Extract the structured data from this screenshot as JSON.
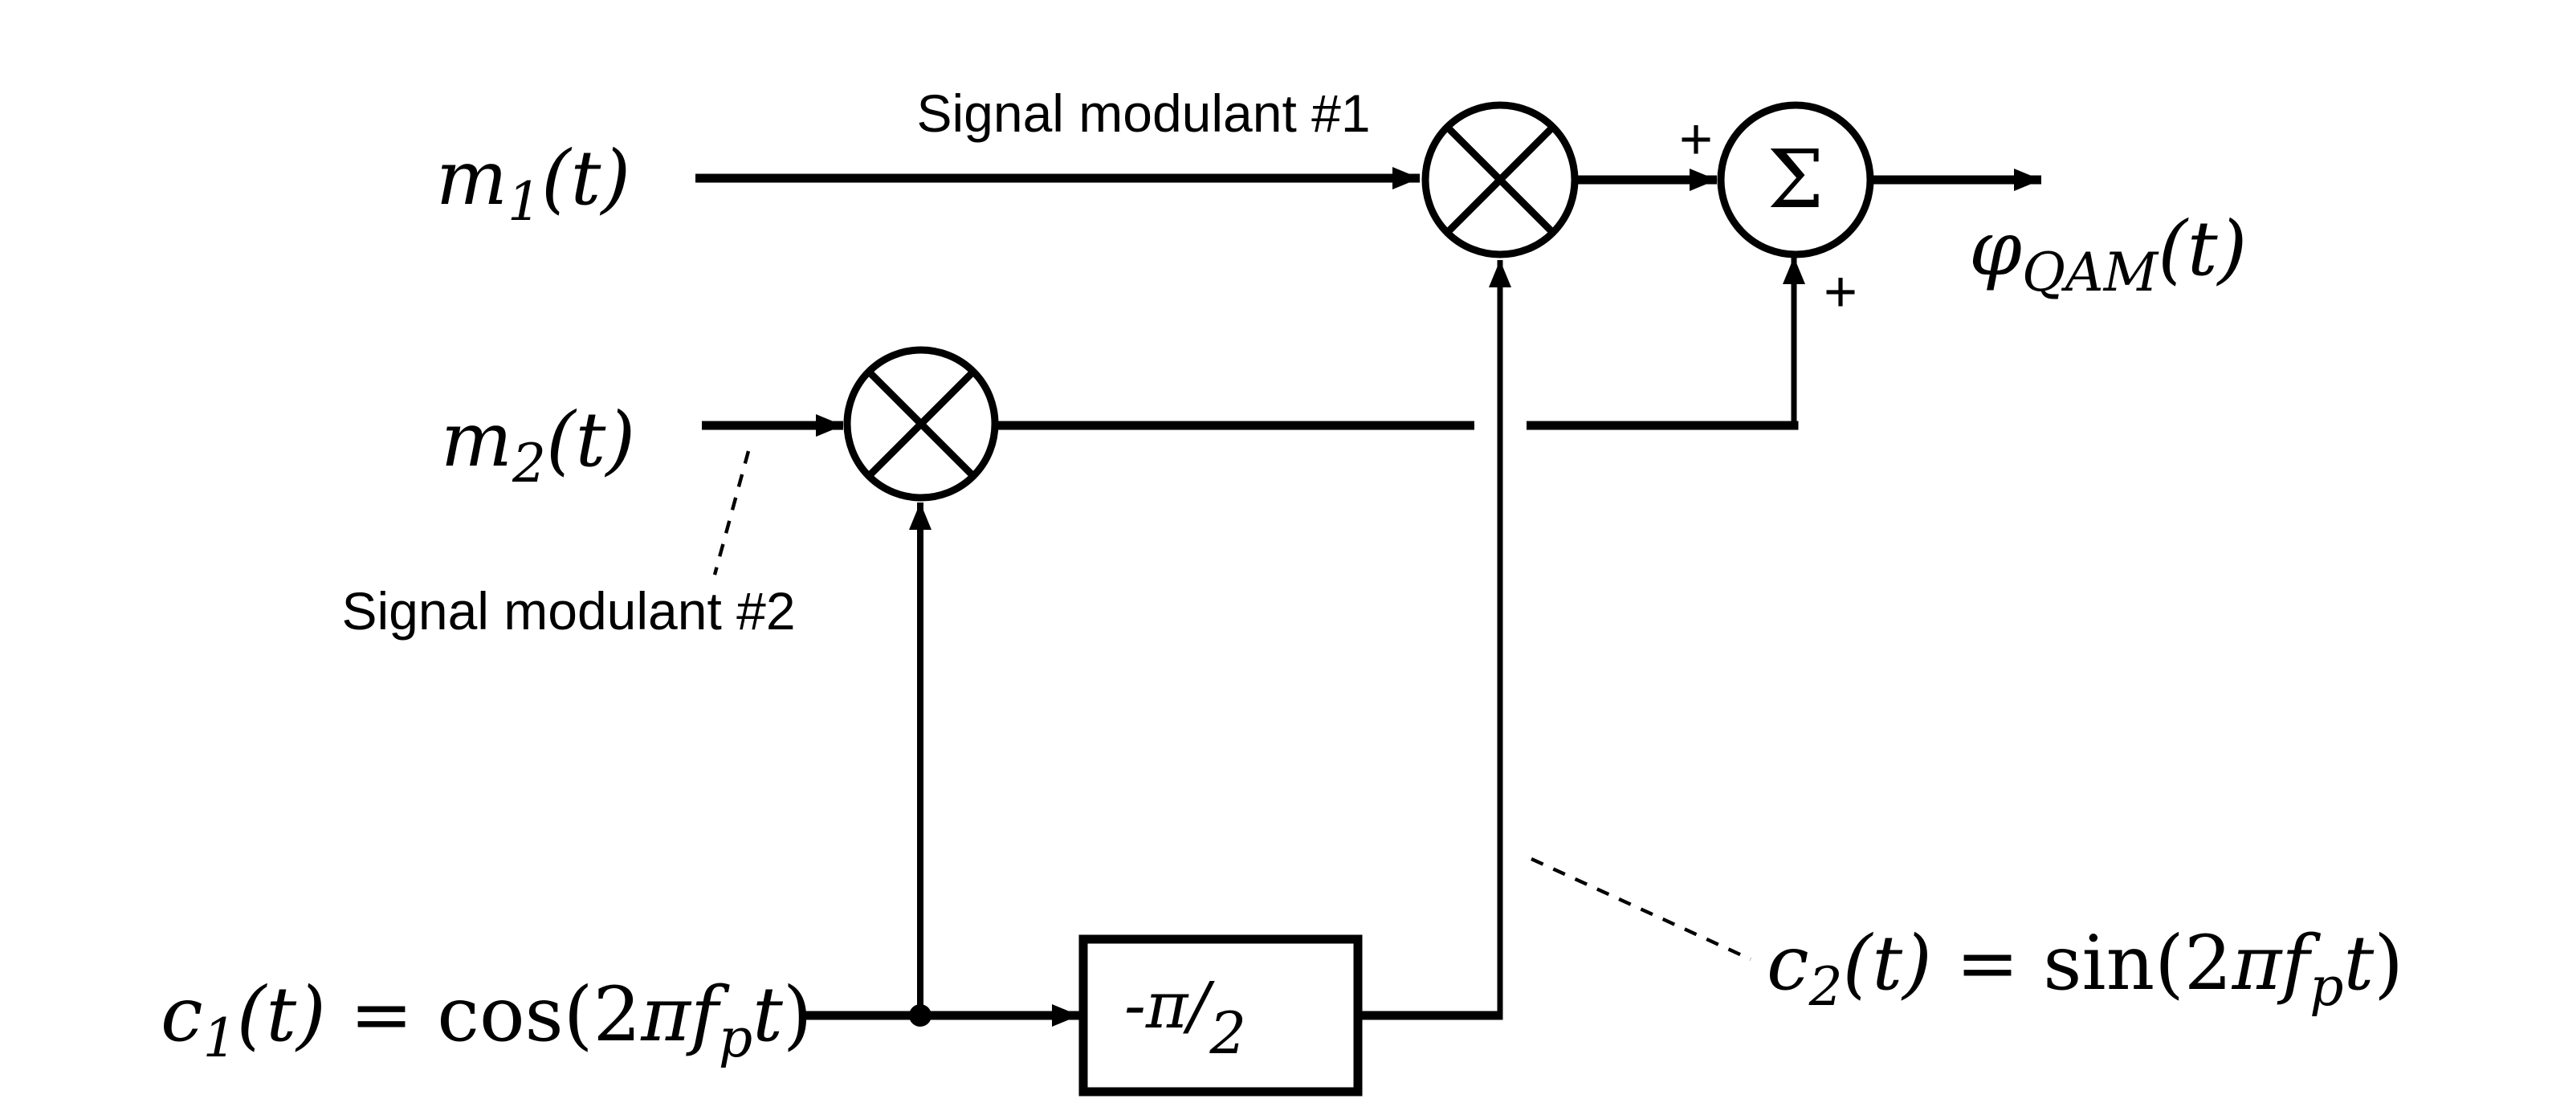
{
  "colors": {
    "ink": "#000000",
    "background": "#ffffff"
  },
  "diagram": {
    "inputs": {
      "m1": {
        "symbol": "m",
        "subscript": "1",
        "argument": "(t)"
      },
      "m2": {
        "symbol": "m",
        "subscript": "2",
        "argument": "(t)"
      }
    },
    "annotations": {
      "signal1": "Signal modulant #1",
      "signal2": "Signal modulant #2"
    },
    "carriers": {
      "c1": {
        "symbol": "c",
        "subscript": "1",
        "argument": "(t)",
        "relation": " = cos(2",
        "pi": "π",
        "f": "f",
        "fsub": "p",
        "t": "t",
        "close": ")"
      },
      "c2": {
        "symbol": "c",
        "subscript": "2",
        "argument": "(t)",
        "relation": " = sin(2",
        "pi": "π",
        "f": "f",
        "fsub": "p",
        "t": "t",
        "close": ")"
      }
    },
    "blocks": {
      "sum_symbol": "Σ",
      "phase_shift_main": "-π/",
      "phase_shift_denominator": "2",
      "plus_top": "+",
      "plus_bottom": "+"
    },
    "output": {
      "symbol": "φ",
      "subscript": "QAM",
      "argument": "(t)"
    }
  }
}
